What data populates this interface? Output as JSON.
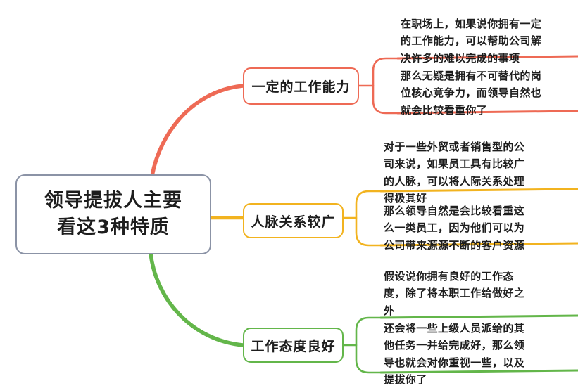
{
  "mindmap": {
    "central": {
      "line1": "领导提拔人主要",
      "line2": "看这3种特质",
      "color": "#8b93a6"
    },
    "branches": [
      {
        "label": "一定的工作能力",
        "color": "#ee6a55",
        "leaves": [
          "在职场上，如果说你拥有一定\n的工作能力，可以帮助公司解\n决许多的难以完成的事项",
          "那么无疑是拥有不可替代的岗\n位核心竞争力，而领导自然也\n就会比较看重你了"
        ]
      },
      {
        "label": "人脉关系较广",
        "color": "#f2b31f",
        "leaves": [
          "对于一些外贸或者销售型的公\n司来说，如果员工具有比较广\n的人脉，可以将人际关系处理\n得极其好",
          "那么领导自然是会比较看重这\n么一类员工，因为他们可以为\n公司带来源源不断的客户资源"
        ]
      },
      {
        "label": "工作态度良好",
        "color": "#63b64a",
        "leaves": [
          "假设说你拥有良好的工作态\n度，除了将本职工作给做好之\n外",
          "还会将一些上级人员派给的其\n他任务一并给完成好，那么领\n导也就会对你重视一些，以及\n提拔你了"
        ]
      }
    ]
  }
}
